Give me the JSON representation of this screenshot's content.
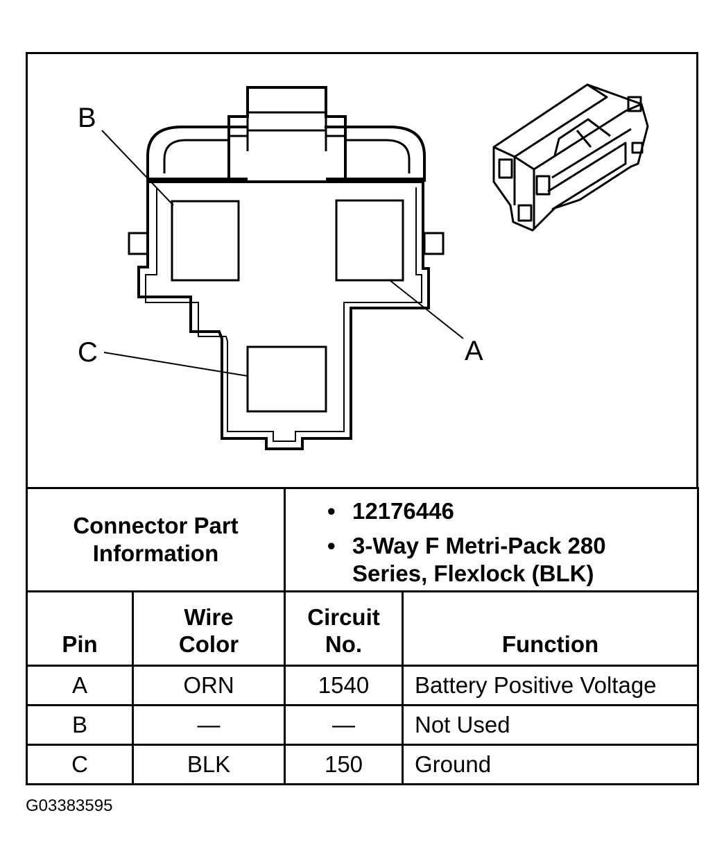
{
  "diagram": {
    "pin_labels": {
      "a": "A",
      "b": "B",
      "c": "C"
    }
  },
  "connector_info": {
    "label": "Connector Part Information",
    "bullets": [
      "12176446",
      "3-Way F Metri-Pack 280 Series, Flexlock (BLK)"
    ]
  },
  "pin_table": {
    "headers": {
      "pin": "Pin",
      "wire_color": "Wire Color",
      "circuit_no": "Circuit No.",
      "function": "Function"
    },
    "rows": [
      {
        "pin": "A",
        "wire_color": "ORN",
        "circuit_no": "1540",
        "function": "Battery Positive Voltage"
      },
      {
        "pin": "B",
        "wire_color": "—",
        "circuit_no": "—",
        "function": "Not Used"
      },
      {
        "pin": "C",
        "wire_color": "BLK",
        "circuit_no": "150",
        "function": "Ground"
      }
    ]
  },
  "figure_id": "G03383595"
}
